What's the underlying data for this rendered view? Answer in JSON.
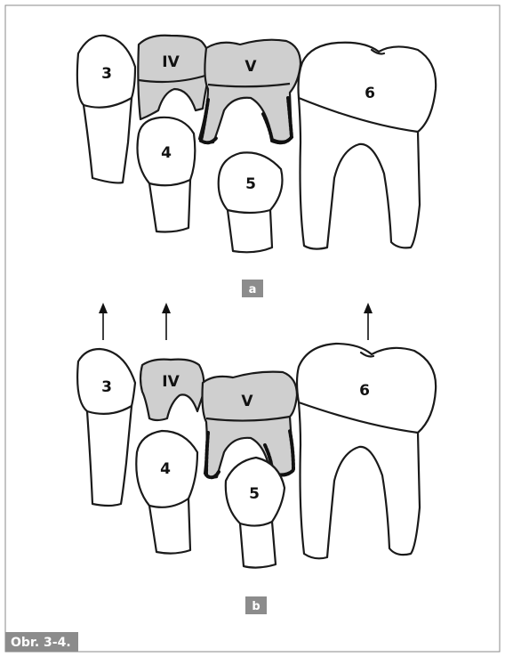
{
  "panel_a": {
    "letter": "a",
    "teeth": {
      "t3": "3",
      "tIV": "IV",
      "tV": "V",
      "t6": "6",
      "t4": "4",
      "t5": "5"
    }
  },
  "panel_b": {
    "letter": "b",
    "teeth": {
      "t3": "3",
      "tIV": "IV",
      "tV": "V",
      "t6": "6",
      "t4": "4",
      "t5": "5"
    }
  },
  "caption": "Obr. 3-4.",
  "colors": {
    "badge": "#8c8c8c",
    "primary_tooth_fill": "#cfcfcf",
    "frame": "#8a8a8a"
  }
}
